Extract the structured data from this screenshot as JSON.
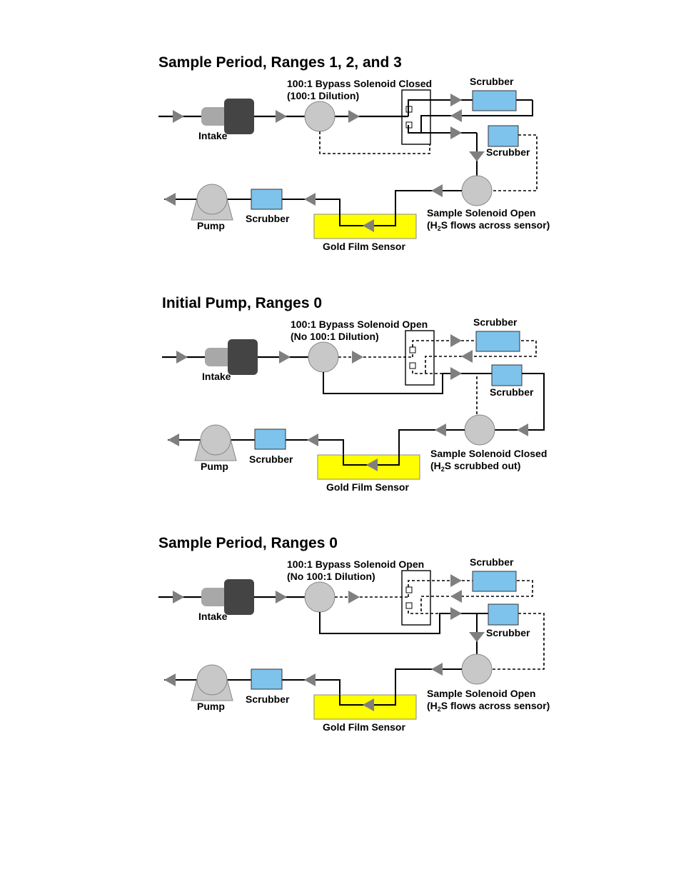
{
  "colors": {
    "line": "#000000",
    "arrow": "#7f7f7f",
    "scrubber": "#7dc3ec",
    "sensor": "#ffff00",
    "solenoid": "#c8c8c8",
    "intake_dark": "#444444",
    "intake_light": "#a8a8a8"
  },
  "panels": [
    {
      "title": "Sample Period, Ranges 1, 2, and 3",
      "bypass_line1": "100:1 Bypass Solenoid Closed",
      "bypass_line2": "(100:1 Dilution)",
      "scrubber_top": "Scrubber",
      "scrubber_mid": "Scrubber",
      "scrubber_pump": "Scrubber",
      "intake": "Intake",
      "pump": "Pump",
      "sensor": "Gold Film Sensor",
      "sample_line1": "Sample Solenoid Open",
      "sample_line2_pre": "(H",
      "sample_line2_sub": "2",
      "sample_line2_post": "S flows across sensor)"
    },
    {
      "title": "Initial Pump, Ranges 0",
      "bypass_line1": "100:1 Bypass Solenoid Open",
      "bypass_line2": "(No 100:1 Dilution)",
      "scrubber_top": "Scrubber",
      "scrubber_mid": "Scrubber",
      "scrubber_pump": "Scrubber",
      "intake": "Intake",
      "pump": "Pump",
      "sensor": "Gold Film Sensor",
      "sample_line1": "Sample Solenoid Closed",
      "sample_line2_pre": "(H",
      "sample_line2_sub": "2",
      "sample_line2_post": "S scrubbed out)"
    },
    {
      "title": "Sample Period, Ranges 0",
      "bypass_line1": "100:1 Bypass Solenoid Open",
      "bypass_line2": "(No 100:1 Dilution)",
      "scrubber_top": "Scrubber",
      "scrubber_mid": "Scrubber",
      "scrubber_pump": "Scrubber",
      "intake": "Intake",
      "pump": "Pump",
      "sensor": "Gold Film Sensor",
      "sample_line1": "Sample Solenoid Open",
      "sample_line2_pre": "(H",
      "sample_line2_sub": "2",
      "sample_line2_post": "S flows across sensor)"
    }
  ]
}
